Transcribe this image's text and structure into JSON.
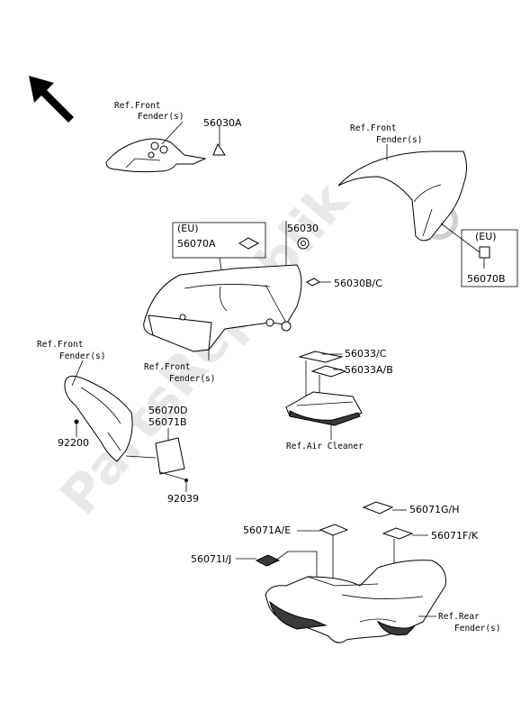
{
  "watermark": "PartsRepublik",
  "labels": {
    "p56030A": "56030A",
    "p56030": "56030",
    "p56070A": "56070A",
    "p56070B": "56070B",
    "p56030BC": "56030B/C",
    "p56033C": "56033/C",
    "p56033AB": "56033A/B",
    "p56070D": "56070D",
    "p56071B": "56071B",
    "p92200": "92200",
    "p92039": "92039",
    "p56071GH": "56071G/H",
    "p56071AE": "56071A/E",
    "p56071FK": "56071F/K",
    "p56071IJ": "56071I/J"
  },
  "eu_tags": {
    "left": "(EU)",
    "right": "(EU)"
  },
  "refs": {
    "front_fender_top_left_l1": "Ref.Front",
    "front_fender_top_left_l2": "Fender(s)",
    "front_fender_top_right_l1": "Ref.Front",
    "front_fender_top_right_l2": "Fender(s)",
    "front_fender_mid_left_l1": "Ref.Front",
    "front_fender_mid_left_l2": "Fender(s)",
    "front_fender_center_l1": "Ref.Front",
    "front_fender_center_l2": "Fender(s)",
    "air_cleaner": "Ref.Air Cleaner",
    "rear_fender_l1": "Ref.Rear",
    "rear_fender_l2": "Fender(s)"
  },
  "icons": {
    "direction_arrow": "arrow-up-left-icon",
    "gear_watermark": "gear-icon"
  },
  "colors": {
    "line": "#000000",
    "watermark": "#d6d6d6",
    "background": "#ffffff"
  }
}
